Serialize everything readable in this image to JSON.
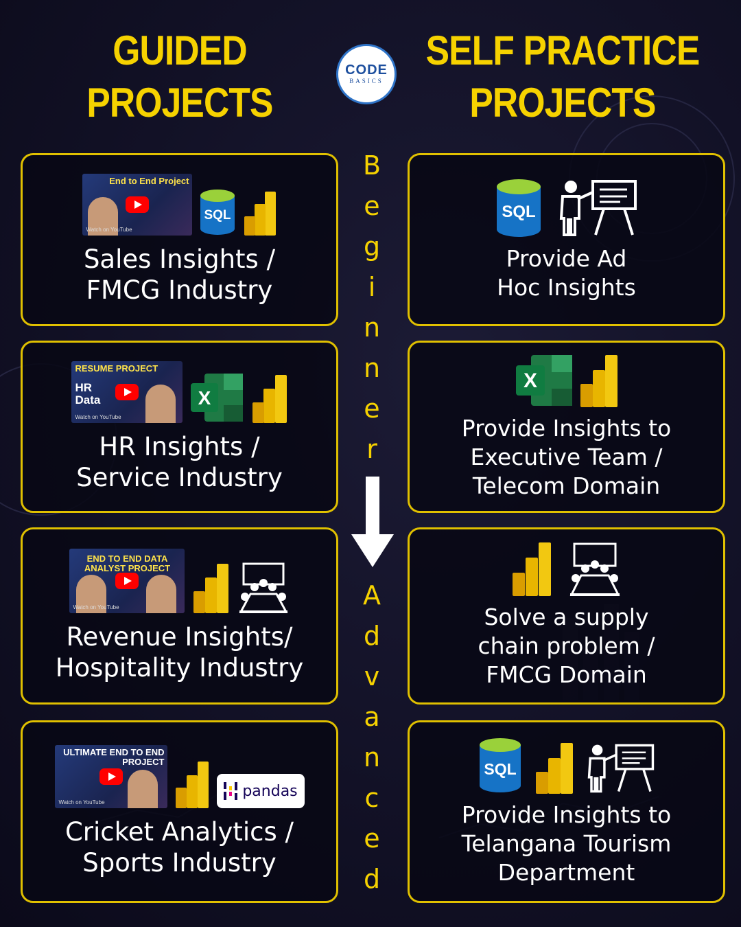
{
  "headings": {
    "left": [
      "GUIDED",
      "PROJECTS"
    ],
    "right": [
      "SELF PRACTICE",
      "PROJECTS"
    ]
  },
  "logo": {
    "line1": "CODE",
    "line2": "BASICS"
  },
  "vertical": {
    "top_word": [
      "B",
      "e",
      "g",
      "i",
      "n",
      "n",
      "e",
      "r"
    ],
    "bottom_word": [
      "A",
      "d",
      "v",
      "a",
      "n",
      "c",
      "e",
      "d"
    ]
  },
  "guided": [
    {
      "title": "Sales Insights /\nFMCG Industry",
      "thumb_head": "End to End Project",
      "thumb_side": "",
      "thumb_watch": "Watch on YouTube",
      "icons": [
        "youtube-thumbnail",
        "sql-icon",
        "powerbi-icon"
      ]
    },
    {
      "title": "HR Insights /\nService Industry",
      "thumb_head": "RESUME PROJECT",
      "thumb_side": "HR\nData",
      "thumb_watch": "Watch on YouTube",
      "icons": [
        "youtube-thumbnail",
        "excel-icon",
        "powerbi-icon"
      ]
    },
    {
      "title": "Revenue Insights/\nHospitality Industry",
      "thumb_head": "END TO END DATA ANALYST PROJECT",
      "thumb_side": "",
      "thumb_watch": "Watch on YouTube",
      "icons": [
        "youtube-thumbnail",
        "powerbi-icon",
        "meeting-icon"
      ]
    },
    {
      "title": "Cricket Analytics /\nSports Industry",
      "thumb_head": "ULTIMATE END TO END PROJECT",
      "thumb_side": "",
      "thumb_watch": "Watch on YouTube",
      "icons": [
        "youtube-thumbnail",
        "powerbi-icon",
        "pandas-logo"
      ],
      "pandas_label": "pandas"
    }
  ],
  "self_practice": [
    {
      "title": "Provide Ad\nHoc Insights",
      "icons": [
        "sql-icon",
        "presenter-icon"
      ]
    },
    {
      "title": "Provide Insights to\nExecutive Team /\nTelecom Domain",
      "icons": [
        "excel-icon",
        "powerbi-icon"
      ]
    },
    {
      "title": "Solve a supply\nchain problem /\nFMCG Domain",
      "icons": [
        "powerbi-icon",
        "meeting-icon"
      ]
    },
    {
      "title": "Provide Insights to\nTelangana Tourism\nDepartment",
      "icons": [
        "sql-icon",
        "powerbi-icon",
        "presenter-icon"
      ]
    }
  ],
  "labels": {
    "sql": "SQL",
    "excel": "X"
  },
  "colors": {
    "accent": "#f6d200",
    "border": "#e0c000",
    "background": "#121126",
    "sql_blue": "#1673c6",
    "sql_green": "#9ad13a",
    "excel_green": "#1f7a45",
    "powerbi_yellow": "#f2c811"
  }
}
